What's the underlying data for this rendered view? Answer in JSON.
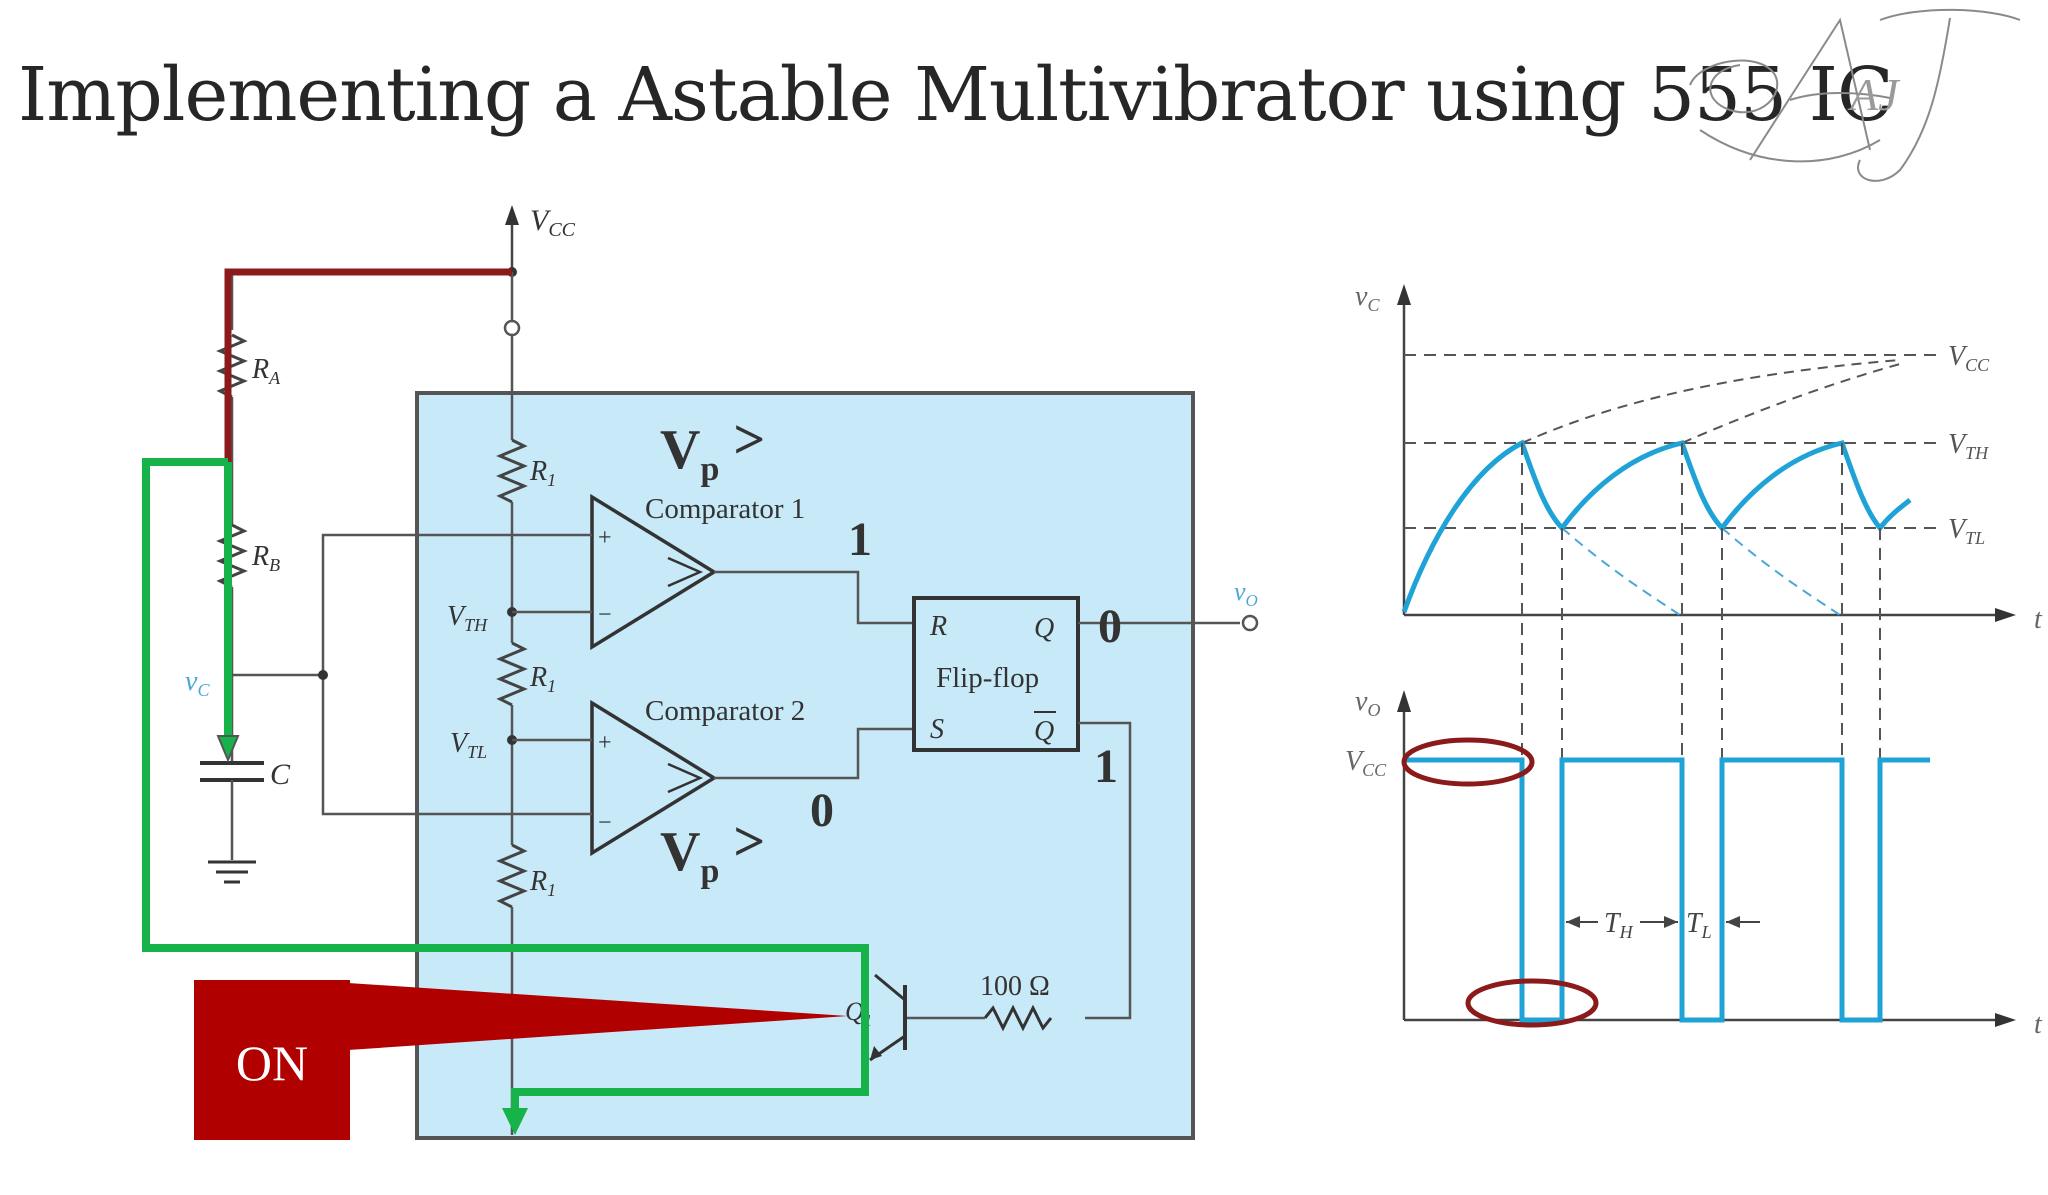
{
  "slide": {
    "title": "Implementing a Astable Multivibrator using 555 IC",
    "logo_text": "AJ"
  },
  "circuit": {
    "vcc": "V",
    "vcc_sub": "CC",
    "ra": "R",
    "ra_sub": "A",
    "rb": "R",
    "rb_sub": "B",
    "r1": "R",
    "r1_sub": "1",
    "vth": "V",
    "vth_sub": "TH",
    "vtl": "V",
    "vtl_sub": "TL",
    "vc": "v",
    "vc_sub": "C",
    "cap": "C",
    "vo": "v",
    "vo_sub": "O",
    "comparator1": "Comparator 1",
    "comparator2": "Comparator 2",
    "flipflop": "Flip-flop",
    "ff_r": "R",
    "ff_s": "S",
    "ff_q": "Q",
    "ff_qbar": "Q",
    "plus": "+",
    "minus": "−",
    "resistor_100": "100 Ω",
    "transistor": "Q",
    "transistor_sub": "1",
    "on_label": "ON"
  },
  "annotations": {
    "vp1": "V",
    "vp1_sub": "p",
    "vp1_op": " >",
    "vp2": "V",
    "vp2_sub": "p",
    "vp2_op": " >",
    "comp1_out": "1",
    "comp2_out": "0",
    "q_out": "0",
    "qbar_out": "1"
  },
  "waveforms": {
    "top_ylabel": "v",
    "top_ylabel_sub": "C",
    "top_xlabel": "t",
    "vcc": "V",
    "vcc_sub": "CC",
    "vth": "V",
    "vth_sub": "TH",
    "vtl": "V",
    "vtl_sub": "TL",
    "bottom_ylabel": "v",
    "bottom_ylabel_sub": "O",
    "bottom_vcc": "V",
    "bottom_vcc_sub": "CC",
    "bottom_xlabel": "t",
    "th": "T",
    "th_sub": "H",
    "tl": "T",
    "tl_sub": "L"
  },
  "colors": {
    "panel_fill": "#c8e9f7",
    "wire": "#555555",
    "red_path": "#8b1a1a",
    "green_path": "#16b34a",
    "on_box": "#b00000",
    "wave": "#1fa3d6",
    "ellipse": "#8b1a1a"
  }
}
